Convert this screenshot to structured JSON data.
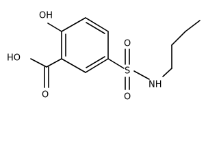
{
  "molecule": {
    "atoms": {
      "hydroxy": "OH",
      "carboxyl_hydroxy": "HO",
      "carbonyl_oxygen": "O",
      "sulfur": "S",
      "sulfonyl_oxygen_top": "O",
      "sulfonyl_oxygen_bottom": "O",
      "amine": "NH"
    }
  }
}
